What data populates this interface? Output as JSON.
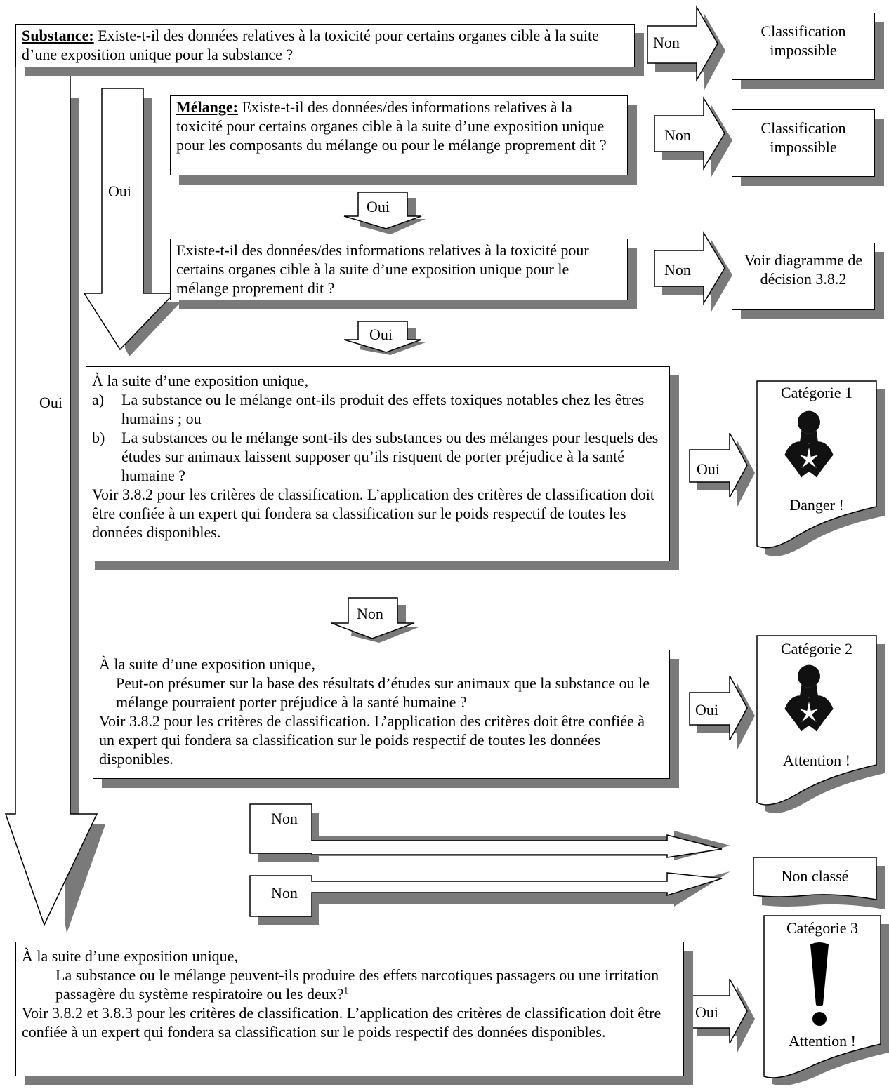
{
  "q_substance": {
    "label": "Substance:",
    "text": " Existe-t-il des données relatives à la toxicité pour certains organes cible à la suite d’une exposition unique pour la substance ?"
  },
  "q_melange": {
    "label": "Mélange:",
    "text": " Existe-t-il des données/des informations relatives à la toxicité pour certains organes cible à la suite d’une exposition unique pour les composants du mélange ou pour le mélange proprement dit ?"
  },
  "q_melange_dit": {
    "text": "Existe-t-il des données/des informations relatives à la toxicité pour certains organes cible à la suite d’une exposition unique pour le mélange proprement dit ?"
  },
  "q_cat1": {
    "intro": "À la suite d’une exposition unique,",
    "a_key": "a)",
    "a_text": "La substance ou le mélange ont-ils produit des effets toxiques notables chez les êtres humains ; ou",
    "b_key": "b)",
    "b_text": "La substances ou le mélange sont-ils des substances ou des mélanges pour lesquels des études sur animaux laissent supposer qu’ils risquent de porter préjudice à la santé humaine ?",
    "note": "Voir 3.8.2 pour les critères de classification. L’application des critères  de classification doit être confiée à un expert qui fondera sa classification sur le poids respectif de toutes les données disponibles."
  },
  "q_cat2": {
    "intro": "À la suite d’une exposition unique,",
    "question": "Peut-on présumer sur la base des résultats d’études sur animaux que la substance ou le mélange pourraient porter préjudice à la santé humaine ?",
    "note": "Voir 3.8.2 pour les critères de classification. L’application des critères doit être confiée à un expert qui fondera sa classification sur le poids respectif de toutes les données disponibles."
  },
  "q_cat3": {
    "intro": "À la suite d’une exposition unique,",
    "question": "La substance ou le mélange peuvent-ils produire des effets narcotiques passagers ou une irritation passagère du système respiratoire ou les deux?",
    "footnote_mark": "1",
    "note": "Voir 3.8.2 et 3.8.3 pour les critères de classification. L’application des critères de classification doit être confiée à un expert qui fondera sa classification sur le poids respectif des données disponibles."
  },
  "results": {
    "no_class_1": "Classification impossible",
    "no_class_2": "Classification impossible",
    "see_diagram": "Voir diagramme de décision 3.8.2",
    "cat1_title": "Catégorie 1",
    "cat1_signal": "Danger !",
    "cat2_title": "Catégorie 2",
    "cat2_signal": "Attention !",
    "cat3_title": "Catégorie 3",
    "cat3_signal": "Attention !",
    "not_classified": "Non classé"
  },
  "arrows": {
    "non_1": "Non",
    "non_2": "Non",
    "non_3": "Non",
    "oui_1": "Oui",
    "oui_2": "Oui",
    "oui_big_inner": "Oui",
    "oui_big_outer": "Oui",
    "oui_cat1": "Oui",
    "non_cat1": "Non",
    "oui_cat2": "Oui",
    "non_cat2": "Non",
    "non_cat3": "Non",
    "oui_cat3": "Oui"
  },
  "icons": {
    "cat1": "health-hazard-icon",
    "cat2": "health-hazard-icon",
    "cat3": "exclamation-mark-icon"
  }
}
